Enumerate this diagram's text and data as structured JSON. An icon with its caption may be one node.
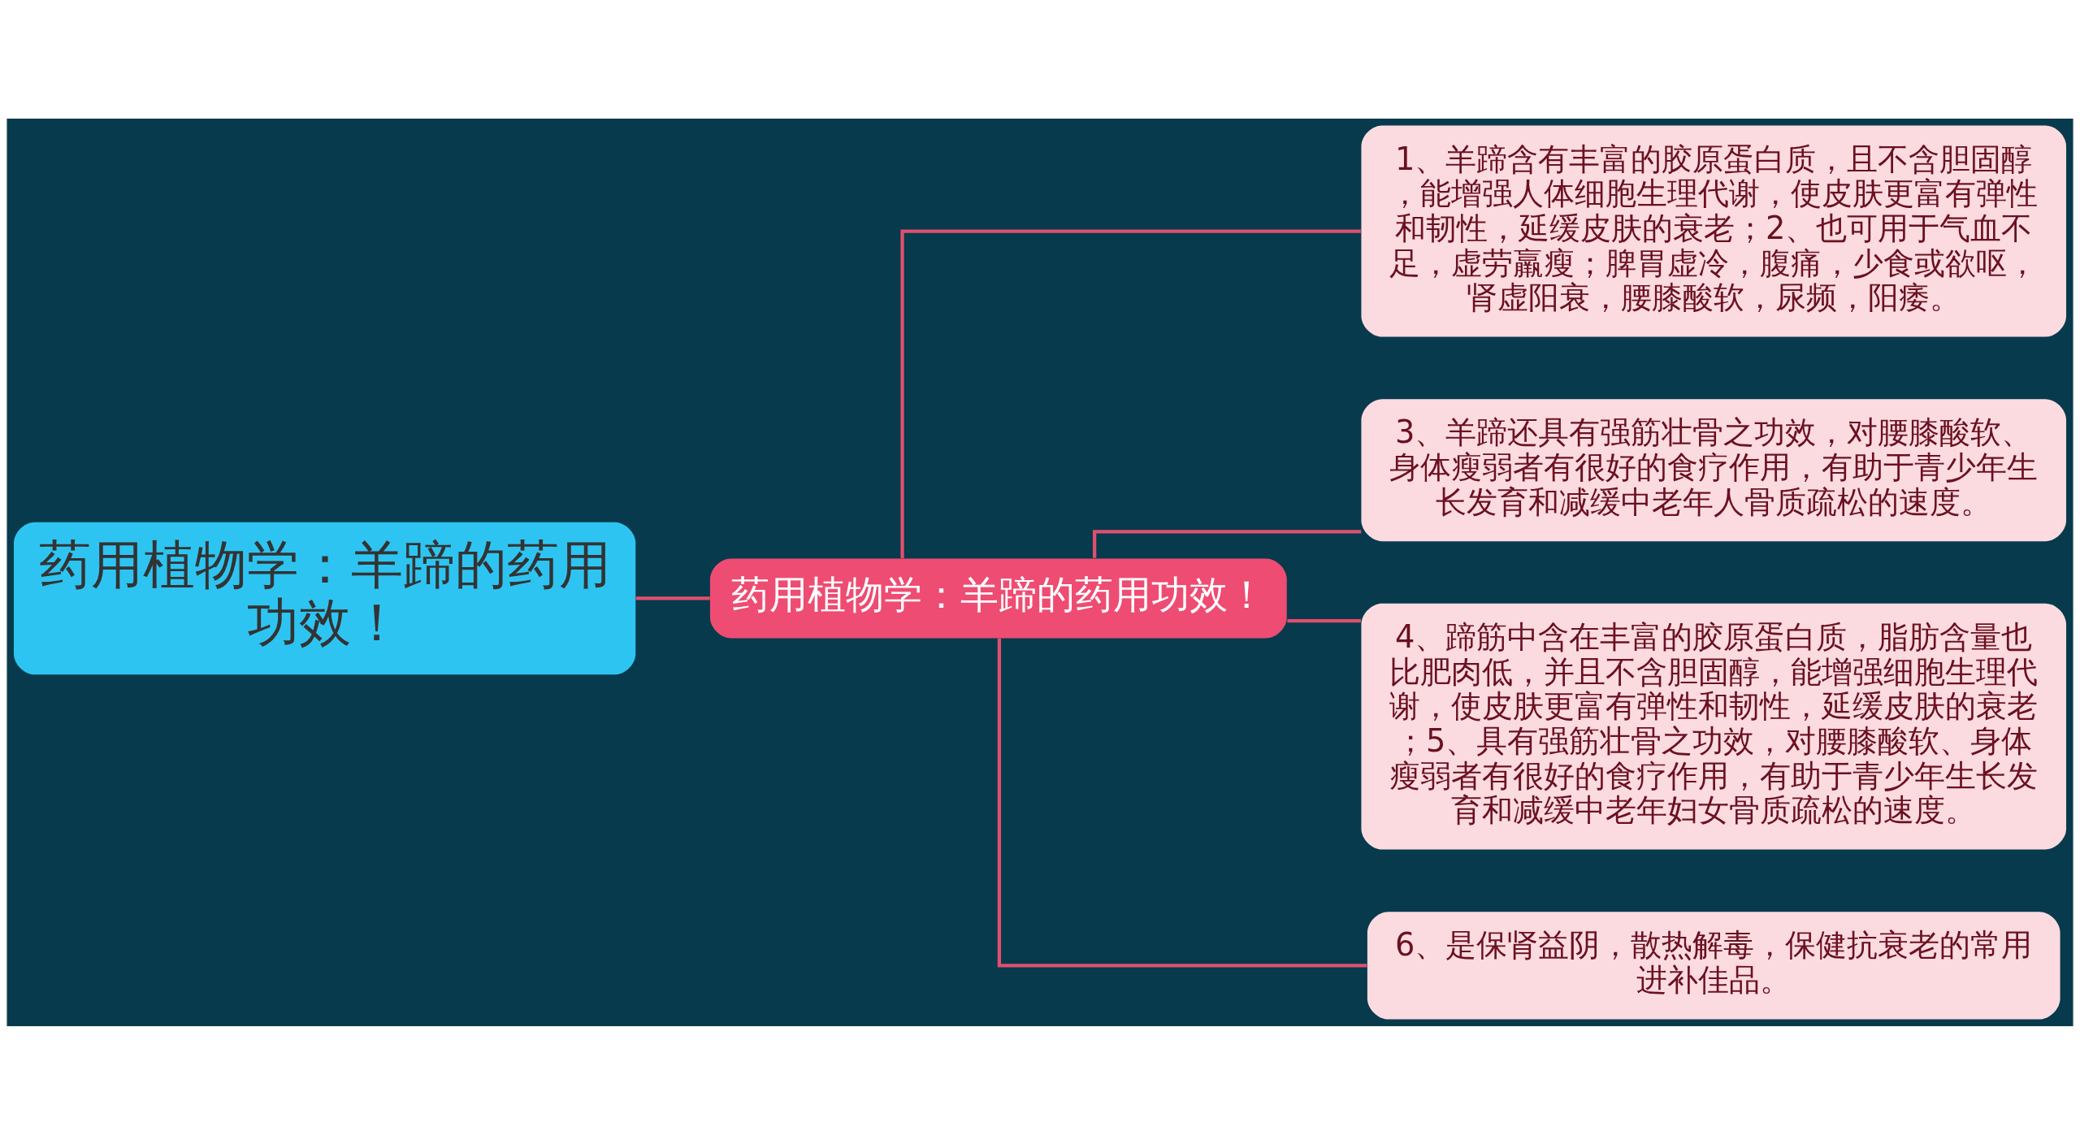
{
  "diagram": {
    "nodes": [
      {
        "text": [
          "药用植物学：羊蹄的药用功效！"
        ]
      },
      {
        "text": [
          "药用植物学：羊蹄的药用功效！"
        ]
      },
      {
        "text": [
          "1、羊蹄含有丰富的胶原蛋白质，且不含胆固醇，能增强人体细胞生理代谢，使皮肤更富有弹性和韧性，延缓皮肤的衰老；2、也可用于气血不足，虚劳羸瘦；脾胃虚冷，腹痛，少食或欲呕，肾虚阳衰，腰膝酸软，尿频，阳痿。"
        ]
      },
      {
        "text": [
          "3、羊蹄还具有强筋壮骨之功效，对腰膝酸软、身体瘦弱者有很好的食疗作用，有助于青少年生长发育和减缓中老年人骨质疏松的速度。"
        ]
      },
      {
        "text": [
          "4、蹄筋中含在丰富的胶原蛋白质，脂肪含量也比肥肉低，并且不含胆固醇，能增强细胞生理代谢，使皮肤更富有弹性和韧性，延缓皮肤的衰老；5、具有强筋壮骨之功效，对腰膝酸软、身体瘦弱者有很好的食疗作用，有助于青少年生长发育和减缓中老年妇女骨质疏松的速度。"
        ]
      },
      {
        "text": [
          "6、是保肾益阴，散热解毒，保健抗衰老的常用进补佳品。"
        ]
      }
    ],
    "edges": [
      {
        "from": 0,
        "to": 1,
        "arrow": "none"
      },
      {
        "from": 1,
        "to": 2,
        "arrow": "none"
      },
      {
        "from": 1,
        "to": 3,
        "arrow": "none"
      },
      {
        "from": 1,
        "to": 4,
        "arrow": "none"
      },
      {
        "from": 1,
        "to": 5,
        "arrow": "none"
      }
    ]
  }
}
